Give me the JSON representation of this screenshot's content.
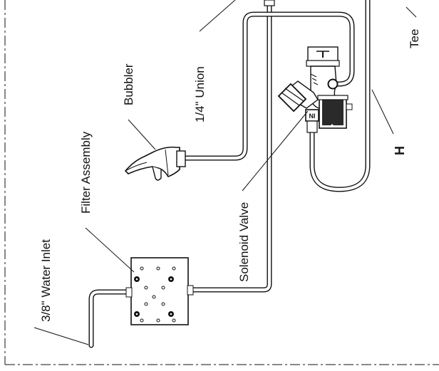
{
  "labels": {
    "water_inlet": "3/8\" Water Inlet",
    "filter_assembly": "Filter Assembly",
    "bubbler": "Bubbler",
    "union": "1/4\" Union",
    "solenoid_valve": "Solenoid Valve",
    "tee": "Tee",
    "h": "H"
  },
  "valve_marking": "NI"
}
